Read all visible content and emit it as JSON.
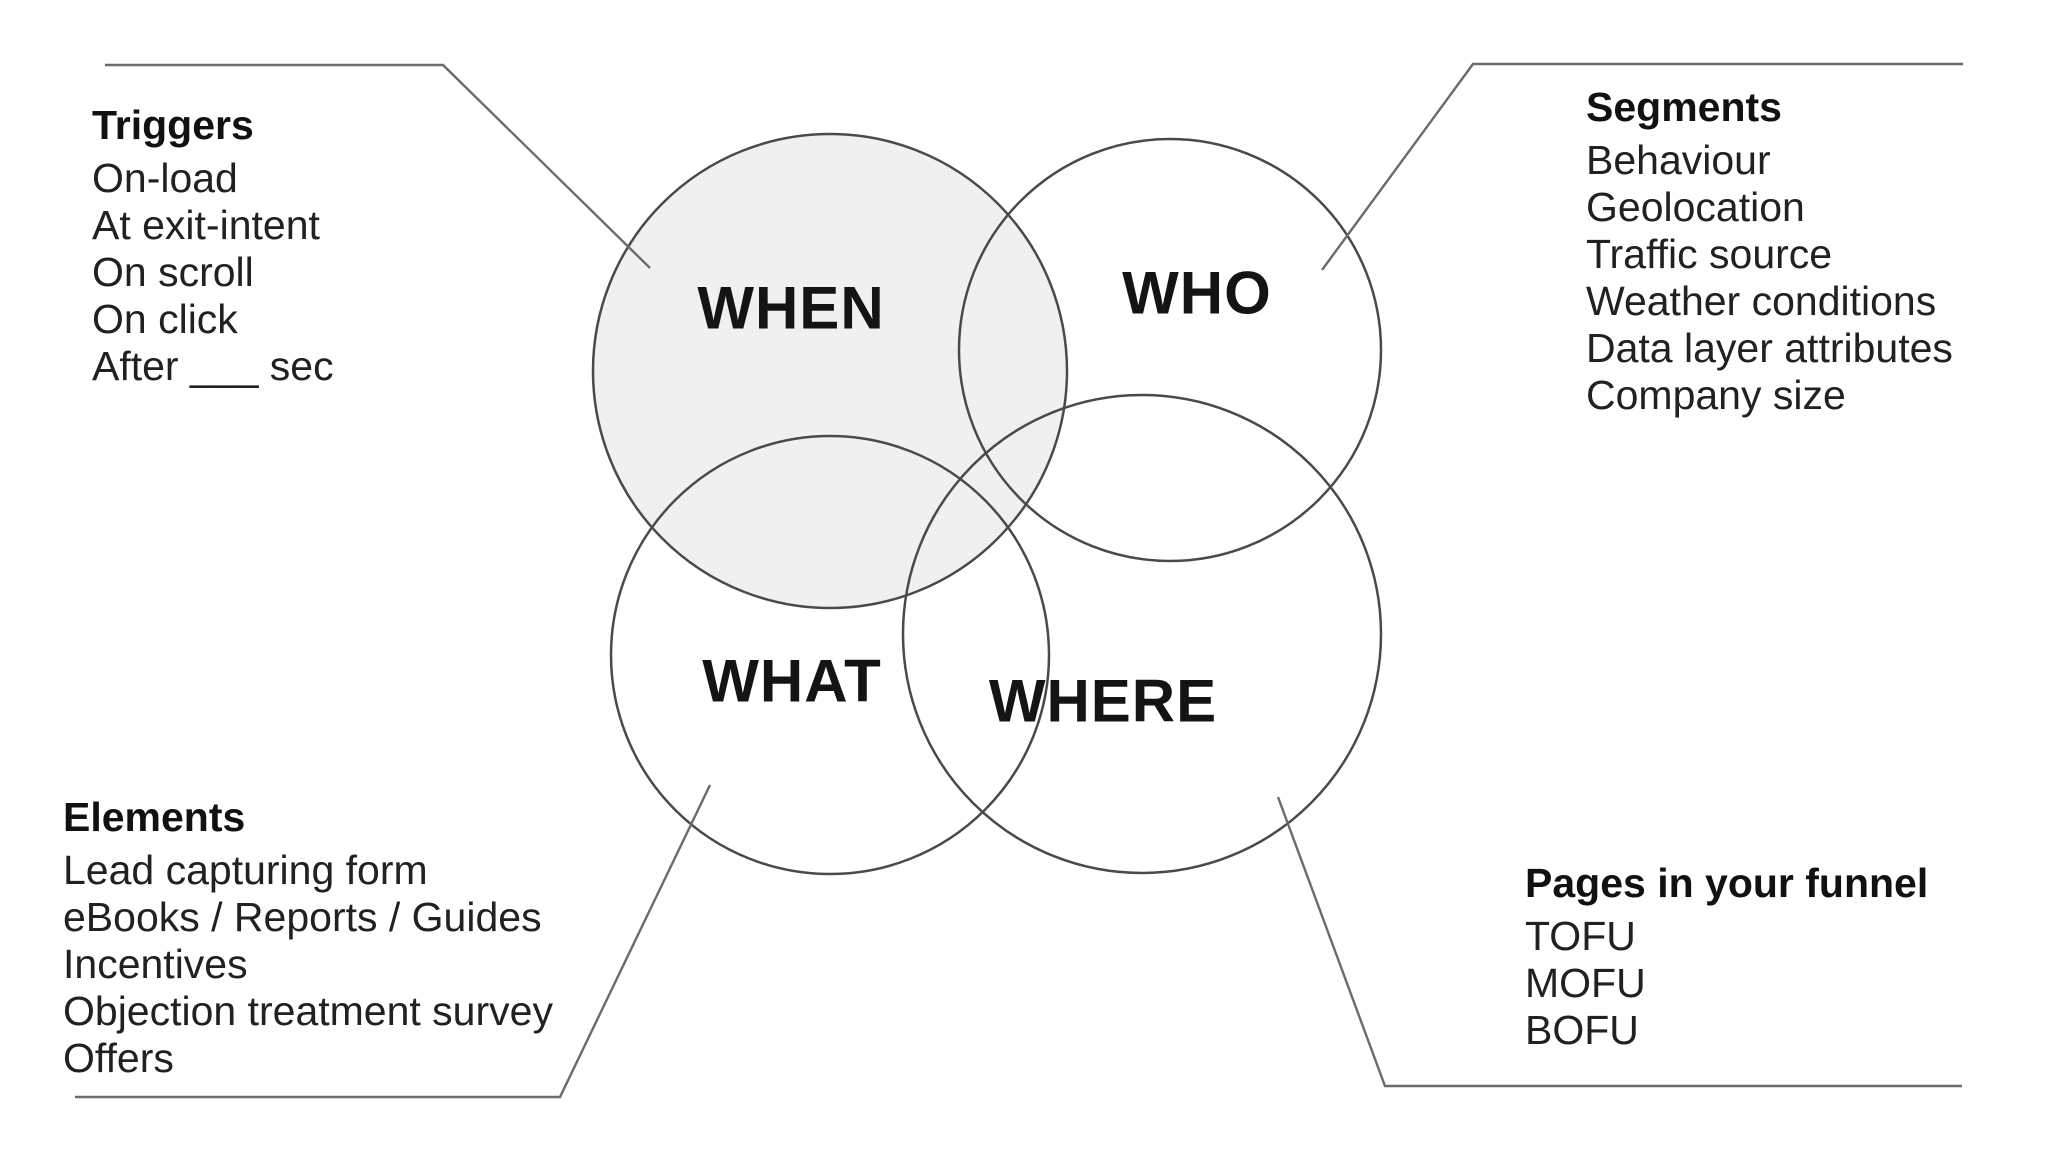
{
  "diagram": {
    "title_implicit": "WHEN / WHO / WHAT / WHERE targeting venn",
    "venn": {
      "fill_color": "#f0f0f0",
      "stroke_color": "#4a4a4a",
      "connector_color": "#6b6b6b",
      "circles": [
        {
          "id": "when",
          "label": "WHEN",
          "filled": true
        },
        {
          "id": "who",
          "label": "WHO",
          "filled": false
        },
        {
          "id": "what",
          "label": "WHAT",
          "filled": false
        },
        {
          "id": "where",
          "label": "WHERE",
          "filled": false
        }
      ]
    },
    "notes": {
      "triggers": {
        "heading": "Triggers",
        "items": [
          "On-load",
          "At exit-intent",
          "On scroll",
          "On click",
          "After ___ sec"
        ]
      },
      "segments": {
        "heading": "Segments",
        "items": [
          "Behaviour",
          "Geolocation",
          "Traffic source",
          "Weather conditions",
          "Data layer attributes",
          "Company size"
        ]
      },
      "elements": {
        "heading": "Elements",
        "items": [
          "Lead capturing form",
          "eBooks / Reports / Guides",
          "Incentives",
          "Objection treatment survey",
          "Offers"
        ]
      },
      "pages": {
        "heading": "Pages in your funnel",
        "items": [
          "TOFU",
          "MOFU",
          "BOFU"
        ]
      }
    }
  }
}
